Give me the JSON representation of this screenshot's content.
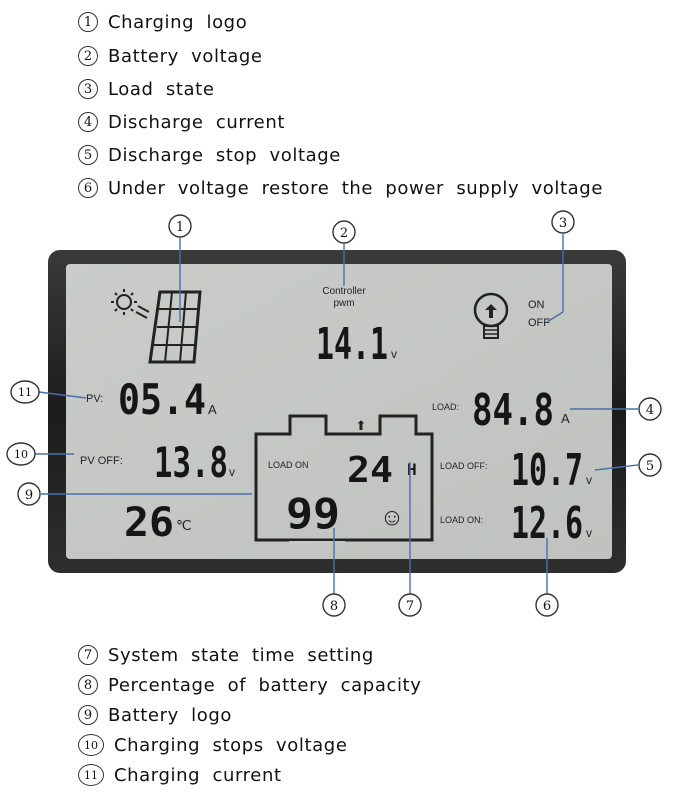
{
  "legend_top": [
    {
      "num": "1",
      "text": "Charging logo"
    },
    {
      "num": "2",
      "text": "Battery voltage"
    },
    {
      "num": "3",
      "text": "Load state"
    },
    {
      "num": "4",
      "text": "Discharge current"
    },
    {
      "num": "5",
      "text": "Discharge stop voltage"
    },
    {
      "num": "6",
      "text": "Under voltage restore the power supply voltage"
    }
  ],
  "legend_bottom": [
    {
      "num": "7",
      "text": "System state time setting"
    },
    {
      "num": "8",
      "text": "Percentage of battery capacity"
    },
    {
      "num": "9",
      "text": "Battery logo"
    },
    {
      "num": "10",
      "text": "Charging stops voltage"
    },
    {
      "num": "11",
      "text": "Charging current"
    }
  ],
  "display": {
    "controller_label": "Controller",
    "pwm_label": "pwm",
    "battery_voltage": "14.1",
    "battery_voltage_unit": "v",
    "on_label": "ON",
    "off_label": "OFF",
    "pv_label": "PV:",
    "pv_current": "05.4",
    "pv_current_unit": "A",
    "pv_off_label": "PV OFF:",
    "pv_off_voltage": "13.8",
    "pv_off_unit": "v",
    "temperature": "26",
    "temperature_unit": "℃",
    "load_label": "LOAD:",
    "load_current": "84.8",
    "load_current_unit": "A",
    "load_off_label": "LOAD OFF:",
    "load_off_voltage": "10.7",
    "load_off_unit": "v",
    "load_on_label": "LOAD ON:",
    "load_on_voltage": "12.6",
    "load_on_unit": "v",
    "battery_load_on_label": "LOAD ON",
    "time_setting": "24",
    "time_unit": "H",
    "battery_capacity": "99",
    "battery_capacity_arrow": "⬆",
    "smiley": "☺"
  },
  "callouts": [
    "1",
    "2",
    "3",
    "4",
    "5",
    "6",
    "7",
    "8",
    "9",
    "10",
    "11"
  ]
}
